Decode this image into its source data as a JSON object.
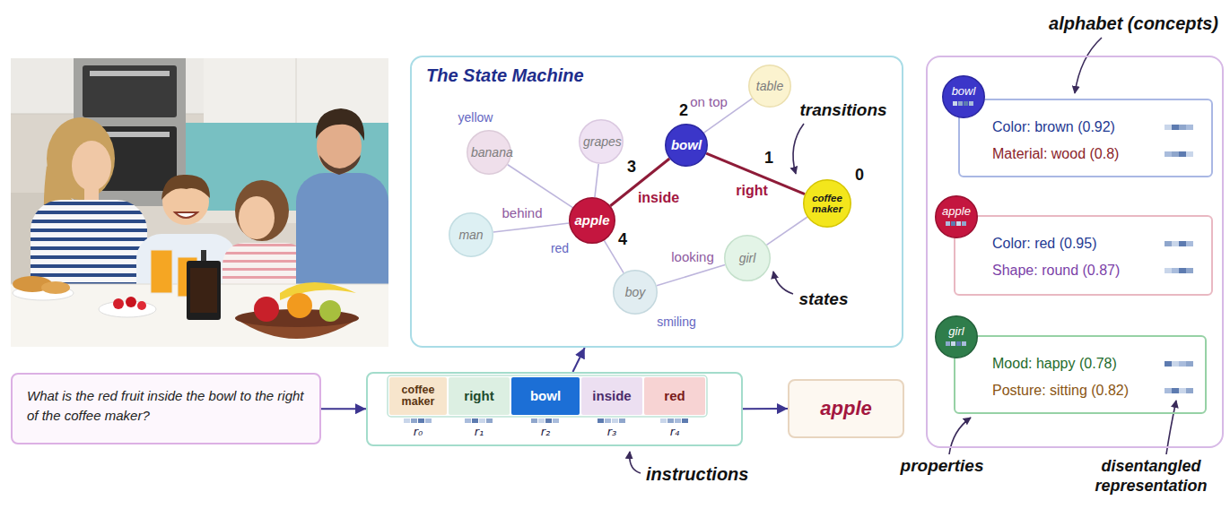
{
  "diagram": {
    "nodes": [
      {
        "text": [
          "The State Machine"
        ]
      },
      {
        "text": [
          "table"
        ],
        "in": 0
      },
      {
        "text": [
          "banana"
        ],
        "in": 0
      },
      {
        "text": [
          "grapes"
        ],
        "in": 0
      },
      {
        "text": [
          "bowl"
        ],
        "in": 0
      },
      {
        "text": [
          "coffee maker"
        ],
        "in": 0
      },
      {
        "text": [
          "man"
        ],
        "in": 0
      },
      {
        "text": [
          "apple"
        ],
        "in": 0
      },
      {
        "text": [
          "girl"
        ],
        "in": 0
      },
      {
        "text": [
          "boy"
        ],
        "in": 0
      },
      {
        "text": [
          "alphabet (concepts)"
        ]
      },
      {
        "text": [
          "bowl"
        ],
        "in": 10
      },
      {
        "text": [
          "Color: brown (0.92)",
          "Material: wood (0.8)"
        ],
        "in": 10
      },
      {
        "text": [
          "apple"
        ],
        "in": 10
      },
      {
        "text": [
          "Color: red (0.95)",
          "Shape: round (0.87)"
        ],
        "in": 10
      },
      {
        "text": [
          "girl"
        ],
        "in": 10
      },
      {
        "text": [
          "Mood: happy (0.78)",
          "Posture: sitting (0.82)"
        ],
        "in": 10
      },
      {
        "text": [
          "What is the red fruit inside the bowl to the right of the coffee maker?"
        ]
      },
      {
        "text": [
          "instructions"
        ]
      },
      {
        "text": [
          "coffee maker"
        ],
        "in": 18
      },
      {
        "text": [
          "right"
        ],
        "in": 18
      },
      {
        "text": [
          "bowl"
        ],
        "in": 18
      },
      {
        "text": [
          "inside"
        ],
        "in": 18
      },
      {
        "text": [
          "red"
        ],
        "in": 18
      },
      {
        "text": [
          "apple"
        ]
      }
    ],
    "edges": [
      {
        "from": 4,
        "to": 1,
        "label": "on top",
        "arrow": "none"
      },
      {
        "from": 4,
        "to": 5,
        "label": "right",
        "arrow": "none"
      },
      {
        "from": 7,
        "to": 4,
        "label": "inside",
        "arrow": "none"
      },
      {
        "from": 2,
        "to": 7,
        "arrow": "none"
      },
      {
        "from": 3,
        "to": 7,
        "arrow": "none"
      },
      {
        "from": 6,
        "to": 7,
        "label": "behind",
        "arrow": "none"
      },
      {
        "from": 7,
        "to": 9,
        "arrow": "none"
      },
      {
        "from": 9,
        "to": 8,
        "label": "looking",
        "arrow": "none"
      },
      {
        "from": 8,
        "to": 5,
        "arrow": "none"
      },
      {
        "from": 17,
        "to": 18,
        "arrow": "to"
      },
      {
        "from": 18,
        "to": 0,
        "arrow": "to"
      },
      {
        "from": 18,
        "to": 24,
        "arrow": "to"
      }
    ],
    "labels": [
      "yellow",
      "red",
      "smiling",
      "0",
      "1",
      "2",
      "3",
      "4",
      "transitions",
      "states",
      "r₀",
      "r₁",
      "r₂",
      "r₃",
      "r₄",
      "properties",
      "disentangled representation"
    ]
  }
}
